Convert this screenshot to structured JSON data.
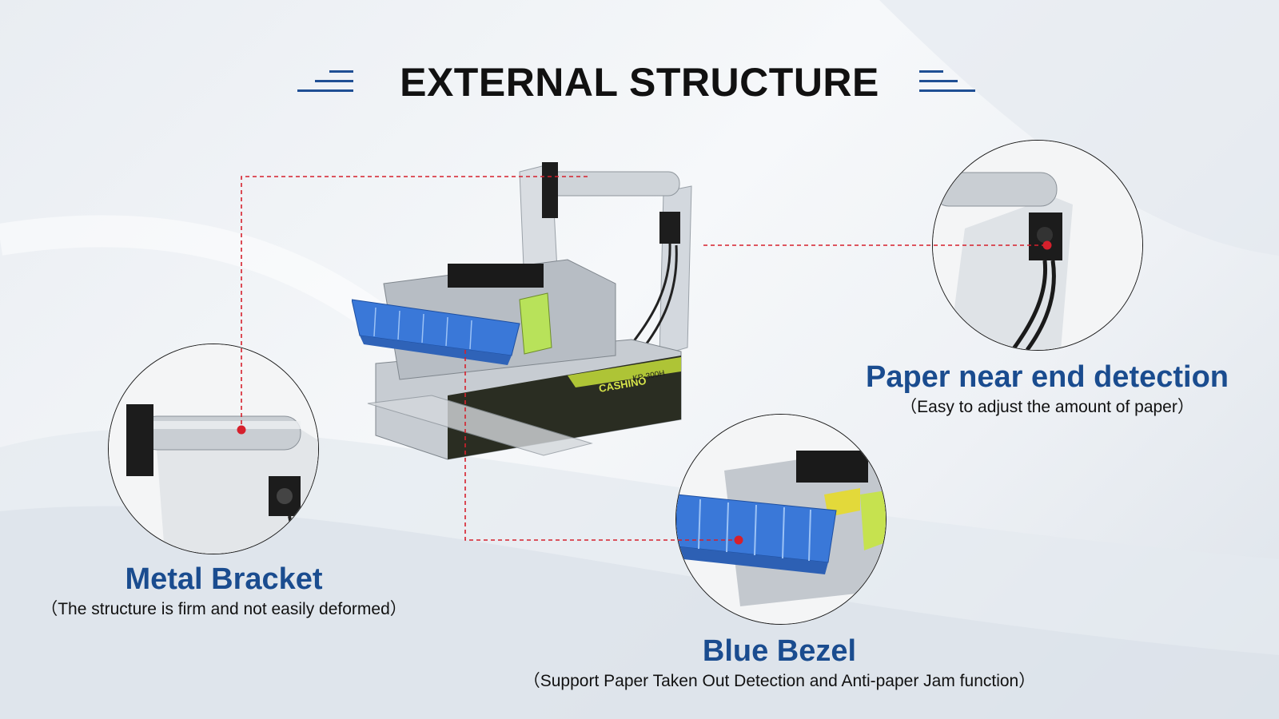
{
  "title": "EXTERNAL STRUCTURE",
  "callouts": {
    "metal_bracket": {
      "heading": "Metal Bracket",
      "subtext": "（The structure is firm and not easily deformed）"
    },
    "paper_near_end": {
      "heading": "Paper near end detection",
      "subtext": "（Easy to adjust the amount of paper）"
    },
    "blue_bezel": {
      "heading": "Blue Bezel",
      "subtext": "（Support Paper Taken Out Detection and Anti-paper Jam function）"
    }
  },
  "printer": {
    "brand": "CASHINO",
    "model": "KP-300H"
  },
  "colors": {
    "heading_blue": "#1a4c8f",
    "leader_red": "#d6202c",
    "bezel_blue": "#3a78d8",
    "sensor_green": "#b8e25a"
  },
  "icons": [
    "title-deco-left-icon",
    "title-deco-right-icon"
  ]
}
